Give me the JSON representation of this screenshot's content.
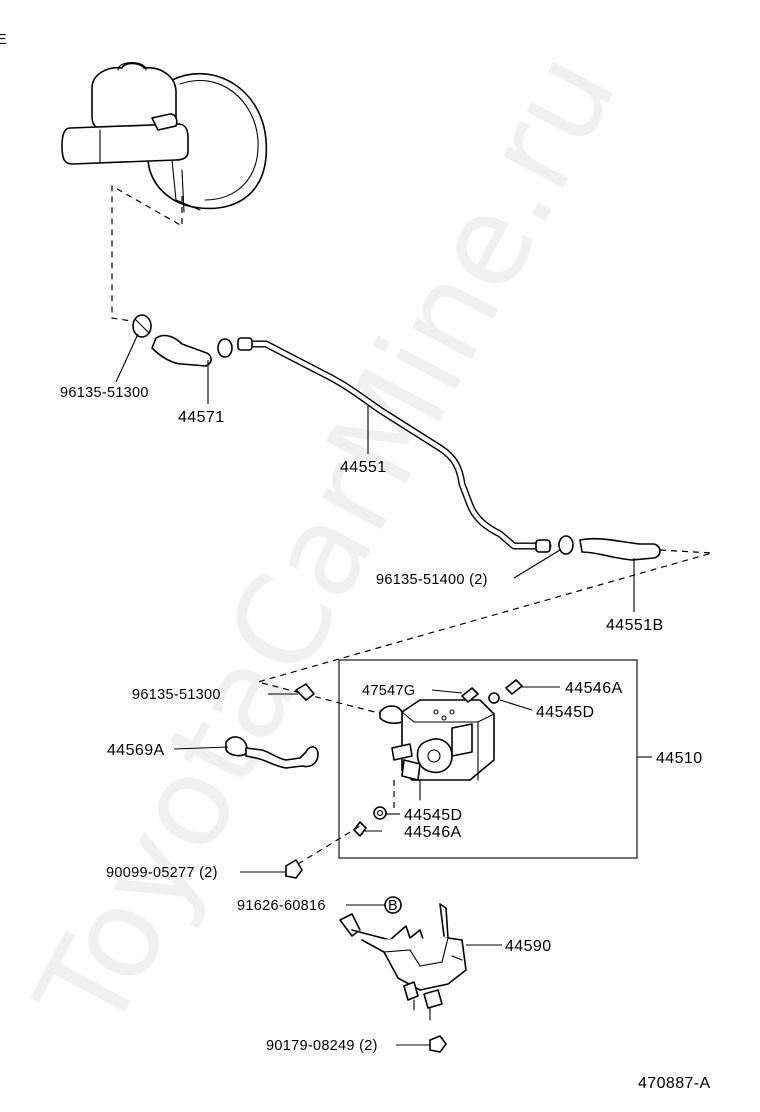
{
  "watermark": "ToyotaCarMine.ru",
  "corner_mark": "E",
  "figure_code": "470887-A",
  "circle_marker": "B",
  "labels": {
    "clamp_top": "96135-51300",
    "hose_top": "44571",
    "tube_main": "44551",
    "clamp_mid": "96135-51400 (2)",
    "hose_right": "44551B",
    "clamp_left": "96135-51300",
    "hose_left": "44569A",
    "cap_top_left": "47547G",
    "plug_top": "44546A",
    "washer_top": "44545D",
    "actuator": "44510",
    "washer_bottom": "44545D",
    "plug_bottom": "44546A",
    "nut": "90099-05277 (2)",
    "bolt_marker": "91626-60816",
    "bracket": "44590",
    "bolt_bottom": "90179-08249 (2)"
  }
}
